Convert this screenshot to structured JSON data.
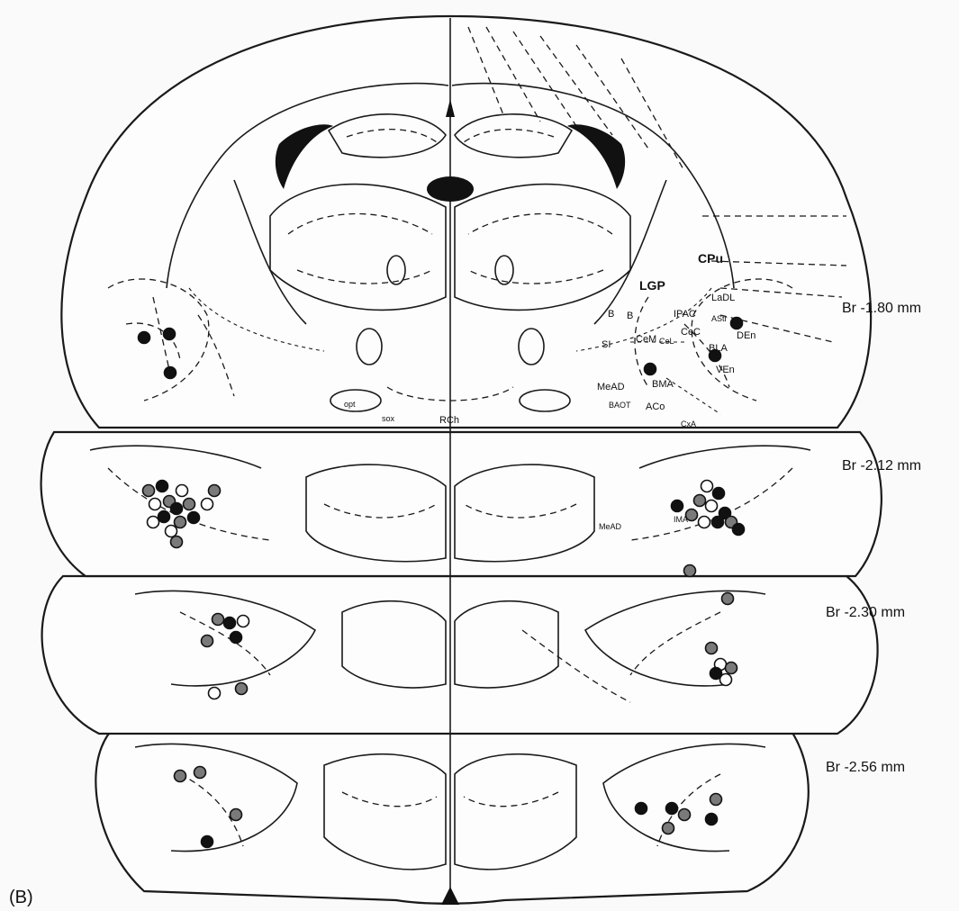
{
  "figure": {
    "panel_label": "(B)",
    "section_levels": [
      {
        "label": "Br -1.80 mm"
      },
      {
        "label": "Br -2.12 mm"
      },
      {
        "label": "Br -2.30 mm"
      },
      {
        "label": "Br -2.56 mm"
      }
    ],
    "region_labels": {
      "cpu": "CPu",
      "lgp": "LGP",
      "ladl": "LaDL",
      "ipac": "IPAC",
      "astr": "AStr",
      "cec": "CeC",
      "cel": "CeL",
      "cem": "CeM",
      "den": "DEn",
      "bla": "BLA",
      "ven": "VEn",
      "si": "SI",
      "b1": "B",
      "b2": "B",
      "mead": "MeAD",
      "bma": "BMA",
      "baot": "BAOT",
      "aco": "ACo",
      "cxa": "CxA",
      "opt": "opt",
      "sox": "sox",
      "rch": "RCh",
      "mead2": "MeAD",
      "ima": "IMA"
    },
    "marker_colors": {
      "filled": "#111111",
      "gray": "#7a7a7a",
      "open": "#ffffff"
    }
  }
}
